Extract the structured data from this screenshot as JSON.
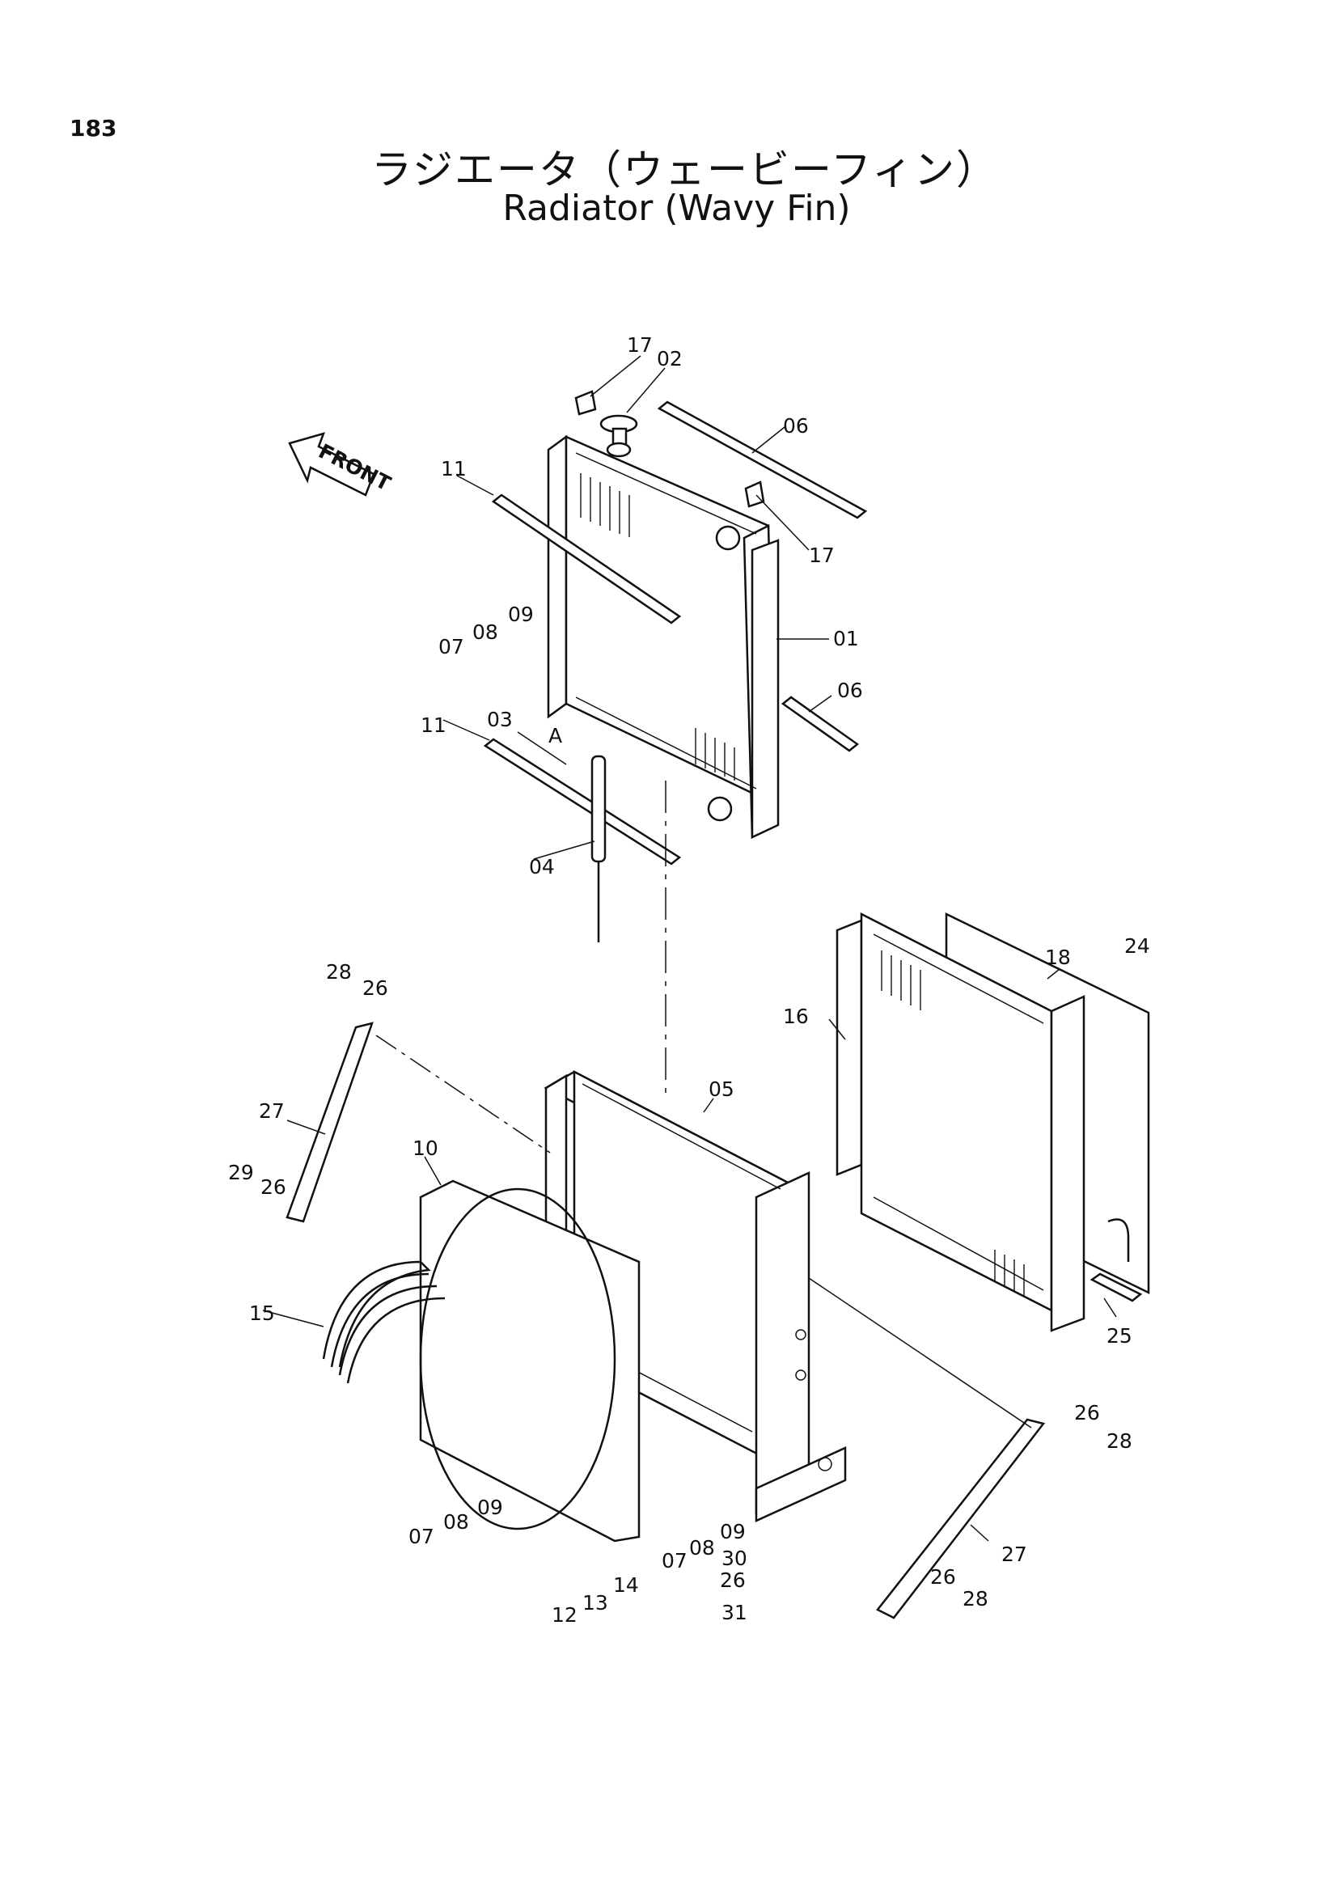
{
  "page_number": "183",
  "title_jp": "ラジエータ（ウェービーフィン）",
  "title_en": "Radiator (Wavy Fin)",
  "front_arrow_label": "FRONT",
  "detail_label": "A",
  "callouts": [
    "17",
    "02",
    "06",
    "11",
    "17",
    "01",
    "09",
    "08",
    "07",
    "06",
    "11",
    "03",
    "04",
    "05",
    "18",
    "24",
    "16",
    "28",
    "26",
    "27",
    "10",
    "29",
    "26",
    "15",
    "26",
    "28",
    "07",
    "08",
    "09",
    "07",
    "08",
    "09",
    "30",
    "26",
    "31",
    "27",
    "26",
    "28",
    "12",
    "13",
    "14",
    "25"
  ]
}
